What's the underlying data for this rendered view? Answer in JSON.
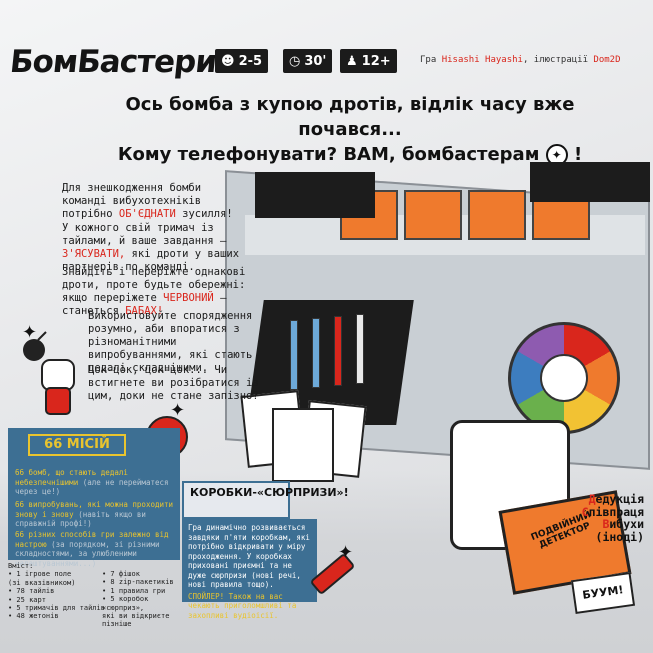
{
  "header": {
    "logo": "БомБастери",
    "players": "2-5",
    "time": "30'",
    "age": "12+",
    "credits_prefix": "Гра",
    "author": "Hisashi Hayashi",
    "credits_mid": ", ілюстрації",
    "illustrator": "Dom2D"
  },
  "headline": {
    "line1": "Ось бомба з купою дротів, відлік часу вже почався...",
    "line2": "Кому телефонувати? ВАМ, бомбастерам",
    "line2_end": "!"
  },
  "intro": {
    "p1a": "Для знешкодження бомби команді вибухотехніків потрібно",
    "p1_hl": "ОБ'ЄДНАТИ",
    "p1b": "зусилля!",
    "p2a": "У кожного свій тримач із тайлами, й ваше завдання –",
    "p2_hl": "З'ЯСУВАТИ,",
    "p2b": "які дроти у ваших партнерів по команді.",
    "p3a": "Знайдіть і переріжте однакові дроти, проте будьте обережні: якщо переріжете",
    "p3_hl1": "ЧЕРВОНИЙ",
    "p3b": "– станеться",
    "p3_hl2": "БАБАХ!",
    "p4": "Використовуйте спорядження розумно, аби впоратися з різноманітними випробуваннями, які стають дедалі складнішими.",
    "p5": "Цок-цок, цок-цок... Чи встигнете ви розібратися із цим, доки не стане запізно?"
  },
  "missions": {
    "title": "66 МІСІЙ",
    "items": [
      {
        "hl": "66 бомб, що стають дедалі небезпечнішими",
        "dim": "(але не перейматеся через це!)"
      },
      {
        "hl": "66 випробувань, які можна проходити знову і знову",
        "dim": "(навіть якщо ви справжній профі!)"
      },
      {
        "hl": "66 різних способів гри залежно від настрою",
        "dim": "(за порядком, зі різними складностями, за улюбленими налаштуваннями...)"
      }
    ]
  },
  "surprise": {
    "title": "КОРОБКИ-«СЮРПРИЗИ»!",
    "text": "Гра динамічно розвивається завдяки п'яти коробкам, які потрібно відкривати у міру проходження. У коробках приховані приємні та не дуже сюрпризи (нові речі, нові правила тощо).",
    "spoiler": "СПОЙЛЕР! Також на вас чекають приголомшливі та захопливі вудіоісії."
  },
  "contents": {
    "title": "Вміст:",
    "left": [
      "• 1 ігрове поле",
      "  (зі вказівником)",
      "• 78 тайлів",
      "• 25 карт",
      "• 5 тримачів для тайлів",
      "• 48 жетонів"
    ],
    "right": [
      "• 7 фішок",
      "• 8 zip-пакетиків",
      "• 1 правила гри",
      "• 5 коробок «сюрприз»,",
      "  які ви відкриєте",
      "  пізніше"
    ]
  },
  "features": {
    "line1_cap": "Д",
    "line1": "едукція",
    "line2_cap": "С",
    "line2": "півпраця",
    "line3_cap": "В",
    "line3": "ибухи",
    "line4": "(іноді)"
  },
  "board": {
    "detector_label": "ПОДВІЙНИЙ ДЕТЕКТОР",
    "boom": "БУУМ!"
  },
  "colors": {
    "accent_red": "#d9261c",
    "accent_yellow": "#e9c42e",
    "panel_blue": "#3d6f93",
    "orange": "#ef7a2d"
  }
}
